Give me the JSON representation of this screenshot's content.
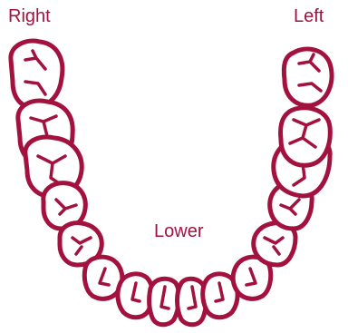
{
  "labels": {
    "right": "Right",
    "left": "Left",
    "lower": "Lower"
  },
  "colors": {
    "outline": "#a3123f",
    "label_text": "#a3123f"
  }
}
